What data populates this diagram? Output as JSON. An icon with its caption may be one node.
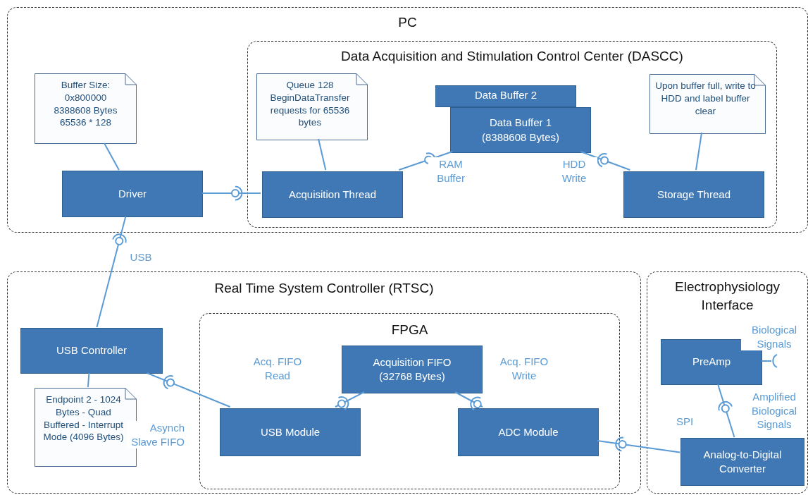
{
  "diagram": {
    "nodes": [
      {
        "text": [
          "PC"
        ]
      },
      {
        "text": [
          "Data Acquisition and Stimulation Control Center (DASCC)"
        ],
        "in": 0
      },
      {
        "text": [
          "Buffer Size: 0x800000 8388608 Bytes 65536 * 128"
        ],
        "in": 0
      },
      {
        "text": [
          "Driver"
        ],
        "in": 0
      },
      {
        "text": [
          "Queue 128 BeginDataTransfer requests for 65536 bytes"
        ],
        "in": 1
      },
      {
        "text": [
          "Acquisition Thread"
        ],
        "in": 1
      },
      {
        "text": [
          "Data Buffer 2"
        ],
        "in": 1
      },
      {
        "text": [
          "Data Buffer 1 (8388608 Bytes)"
        ],
        "in": 1
      },
      {
        "text": [
          "Upon buffer full, write to HDD and label buffer clear"
        ],
        "in": 1
      },
      {
        "text": [
          "Storage Thread"
        ],
        "in": 1
      },
      {
        "text": [
          "Real Time System Controller (RTSC)"
        ]
      },
      {
        "text": [
          "USB Controller"
        ],
        "in": 10
      },
      {
        "text": [
          "Endpoint 2 - 1024 Bytes - Quad Buffered - Interrupt Mode (4096 Bytes)"
        ],
        "in": 10
      },
      {
        "text": [
          "FPGA"
        ],
        "in": 10
      },
      {
        "text": [
          "Acquisition FIFO (32768 Bytes)"
        ],
        "in": 13
      },
      {
        "text": [
          "USB Module"
        ],
        "in": 13
      },
      {
        "text": [
          "ADC Module"
        ],
        "in": 13
      },
      {
        "text": [
          "Electrophysiology Interface"
        ]
      },
      {
        "text": [
          "PreAmp"
        ],
        "in": 17
      },
      {
        "text": [
          "Analog-to-Digital Converter"
        ],
        "in": 17
      }
    ],
    "edges": [
      {
        "from": 2,
        "to": 3,
        "arrow": "none"
      },
      {
        "from": 4,
        "to": 5,
        "arrow": "none"
      },
      {
        "from": 8,
        "to": 9,
        "arrow": "none"
      },
      {
        "from": 12,
        "to": 11,
        "arrow": "none"
      },
      {
        "from": 3,
        "to": 5,
        "arrow": "other"
      },
      {
        "from": 5,
        "to": 7,
        "arrow": "other",
        "label": "RAM Buffer"
      },
      {
        "from": 9,
        "to": 7,
        "arrow": "other",
        "label": "HDD Write"
      },
      {
        "from": 11,
        "to": 3,
        "arrow": "other",
        "label": "USB"
      },
      {
        "from": 15,
        "to": 11,
        "arrow": "other",
        "label": "Asynch Slave FIFO"
      },
      {
        "from": 15,
        "to": 14,
        "arrow": "other",
        "label": "Acq. FIFO Read"
      },
      {
        "from": 16,
        "to": 14,
        "arrow": "other",
        "label": "Acq. FIFO Write"
      },
      {
        "from": 19,
        "to": 16,
        "arrow": "other",
        "label": "SPI"
      },
      {
        "from": 19,
        "to": 18,
        "arrow": "other",
        "label": "Amplified Biological Signals"
      },
      {
        "from": 18,
        "to": null,
        "arrow": "other",
        "label": "Biological Signals"
      }
    ]
  }
}
